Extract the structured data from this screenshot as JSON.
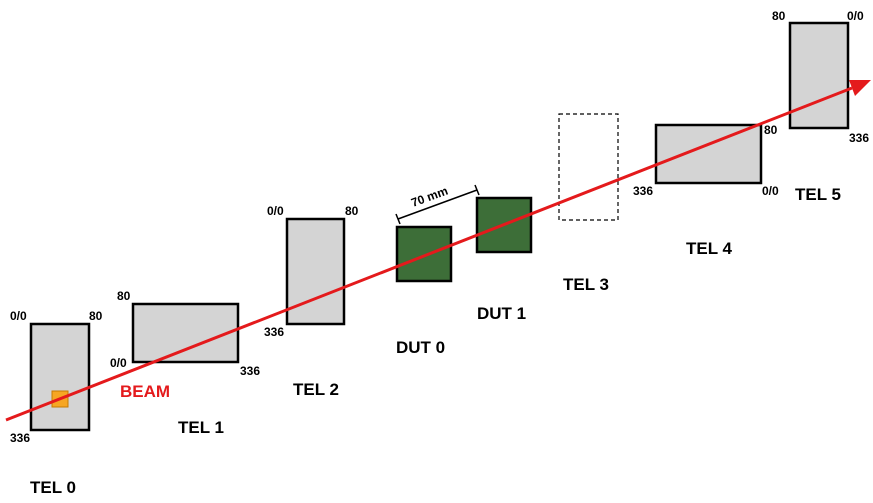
{
  "colors": {
    "beam": "#e41a1c",
    "plane_fill": "#d4d4d4",
    "dut_fill": "#3d6e38",
    "roi": "#f6a623"
  },
  "beam": {
    "label": "BEAM"
  },
  "spacing": {
    "label": "70 mm"
  },
  "tel0": {
    "label": "TEL 0",
    "corner_top_left": "0/0",
    "corner_top_right": "80",
    "corner_bottom_left": "336"
  },
  "tel1": {
    "label": "TEL 1",
    "corner_top_left": "80",
    "corner_bottom_left": "0/0",
    "corner_bottom_right": "336"
  },
  "tel2": {
    "label": "TEL 2",
    "corner_top_left": "0/0",
    "corner_top_right": "80",
    "corner_bottom_left": "336"
  },
  "dut0": {
    "label": "DUT 0"
  },
  "dut1": {
    "label": "DUT 1"
  },
  "tel3": {
    "label": "TEL 3"
  },
  "tel4": {
    "label": "TEL 4",
    "corner_top_right": "80",
    "corner_bottom_left": "336",
    "corner_bottom_right": "0/0"
  },
  "tel5": {
    "label": "TEL 5",
    "corner_top_left": "80",
    "corner_top_right": "0/0",
    "corner_bottom_right": "336"
  }
}
